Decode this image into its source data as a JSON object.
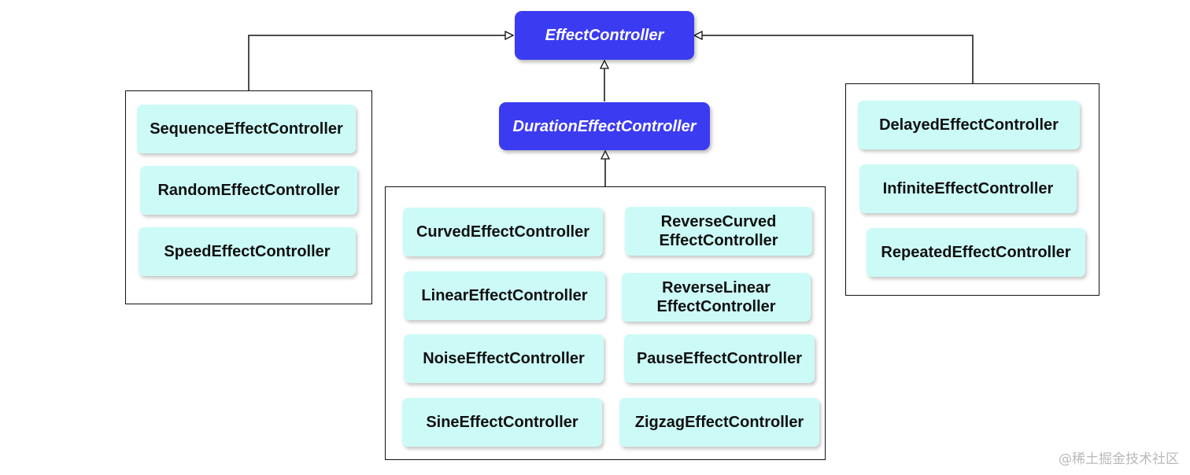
{
  "nodes": {
    "effect_controller": "EffectController",
    "duration_effect_controller": "DurationEffectController"
  },
  "left_group": [
    "SequenceEffectController",
    "RandomEffectController",
    "SpeedEffectController"
  ],
  "center_group": [
    [
      "CurvedEffectController"
    ],
    [
      "ReverseCurved",
      "EffectController"
    ],
    [
      "LinearEffectController"
    ],
    [
      "ReverseLinear",
      "EffectController"
    ],
    [
      "NoiseEffectController"
    ],
    [
      "PauseEffectController"
    ],
    [
      "SineEffectController"
    ],
    [
      "ZigzagEffectController"
    ]
  ],
  "right_group": [
    "DelayedEffectController",
    "InfiniteEffectController",
    "RepeatedEffectController"
  ],
  "watermark": "@稀土掘金技术社区",
  "colors": {
    "abstract_fill": "#3b3bf2",
    "concrete_fill": "#ccfbf7",
    "line": "#111111"
  }
}
